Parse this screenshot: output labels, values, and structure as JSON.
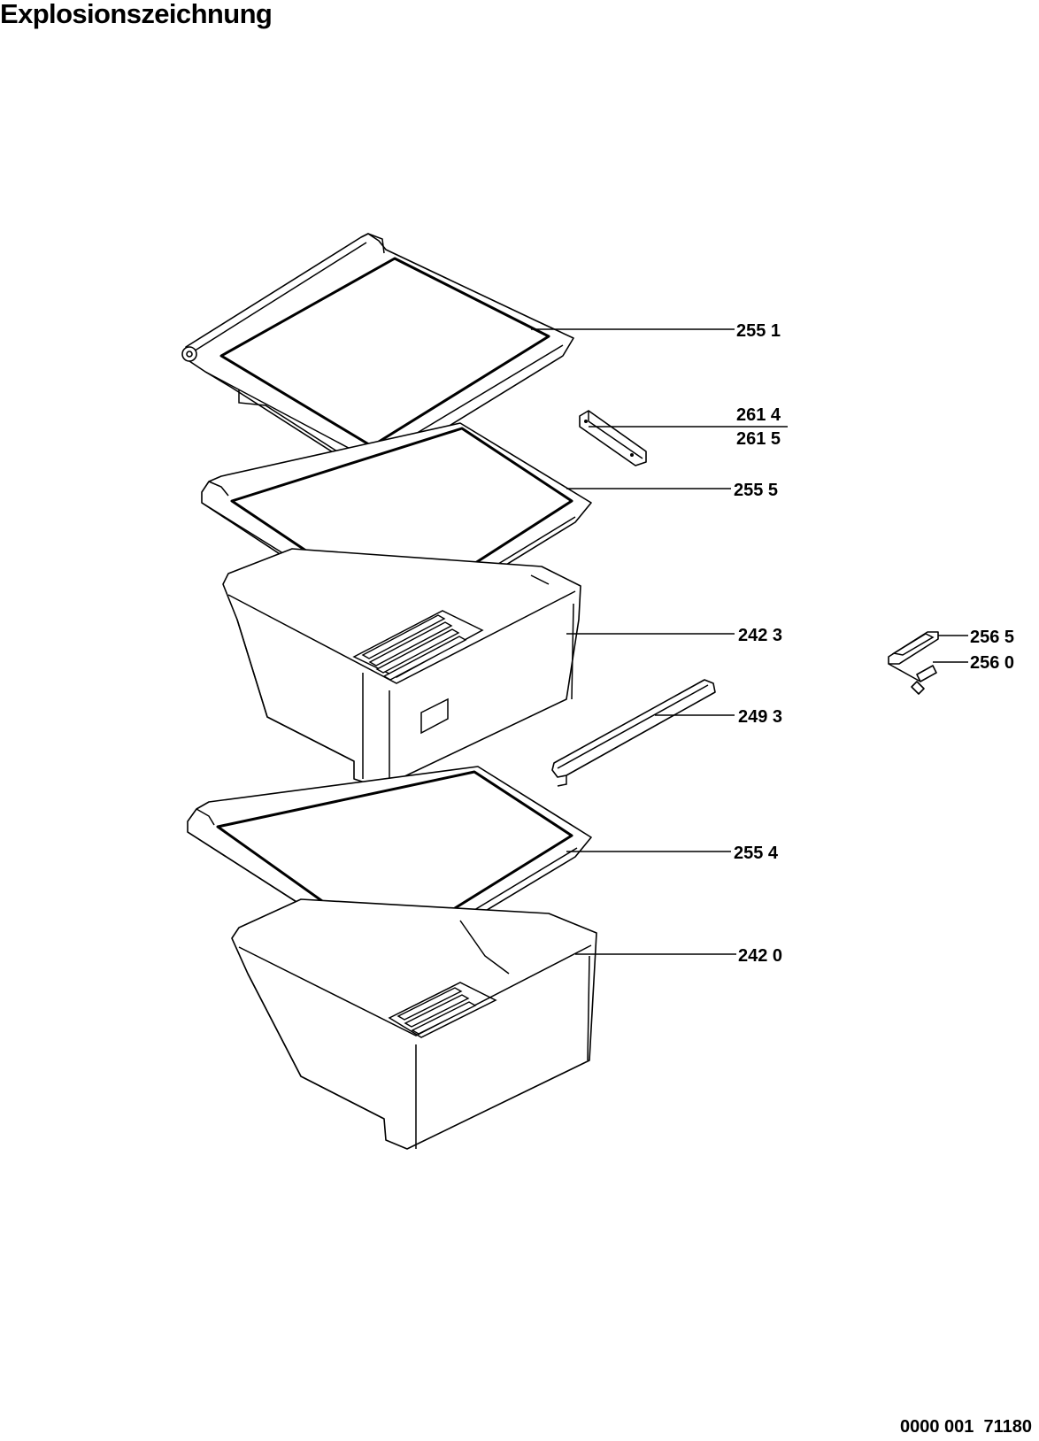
{
  "title": "Explosionszeichnung",
  "document_number": "0000 001  71180",
  "parts": [
    {
      "id": "p2551",
      "label": "255 1",
      "name": "shelf-top"
    },
    {
      "id": "p2614",
      "label": "261 4",
      "name": "bracket"
    },
    {
      "id": "p2615",
      "label": "261 5",
      "name": "bracket"
    },
    {
      "id": "p2555",
      "label": "255 5",
      "name": "shelf-middle"
    },
    {
      "id": "p2423",
      "label": "242 3",
      "name": "crisper-drawer-upper"
    },
    {
      "id": "p2565",
      "label": "256 5",
      "name": "holder"
    },
    {
      "id": "p2560",
      "label": "256 0",
      "name": "holder-clip"
    },
    {
      "id": "p2493",
      "label": "249 3",
      "name": "rail"
    },
    {
      "id": "p2554",
      "label": "255 4",
      "name": "shelf-lower"
    },
    {
      "id": "p2420",
      "label": "242 0",
      "name": "crisper-drawer-lower"
    }
  ]
}
